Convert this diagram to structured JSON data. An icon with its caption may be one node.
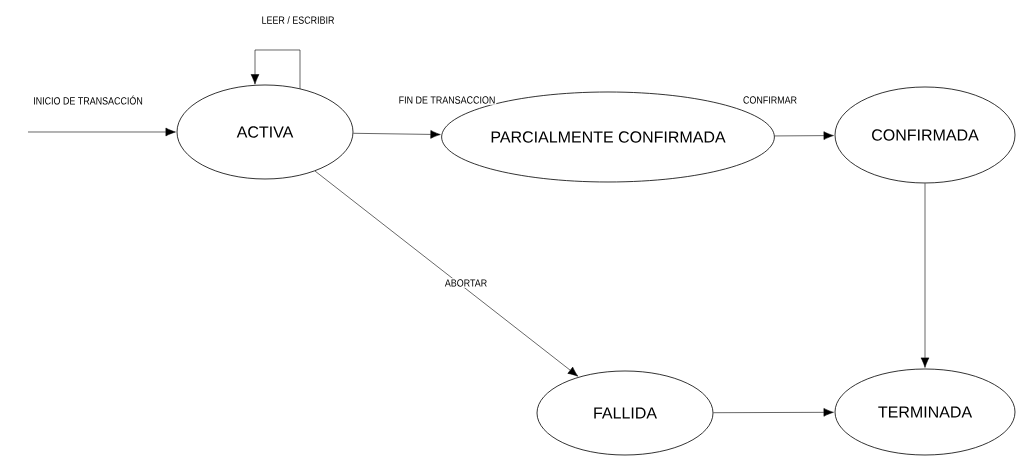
{
  "diagram": {
    "nodes": [
      {
        "text": [
          "ACTIVA"
        ]
      },
      {
        "text": [
          "PARCIALMENTE CONFIRMADA"
        ]
      },
      {
        "text": [
          "CONFIRMADA"
        ]
      },
      {
        "text": [
          "FALLIDA"
        ]
      },
      {
        "text": [
          "TERMINADA"
        ]
      }
    ],
    "edges": [
      {
        "from": null,
        "to": 0,
        "arrow": "to",
        "label": "INICIO DE TRANSACCIÓN"
      },
      {
        "from": 0,
        "to": 0,
        "arrow": "to",
        "label": "LEER / ESCRIBIR"
      },
      {
        "from": 0,
        "to": 1,
        "arrow": "to",
        "label": "FIN DE TRANSACCION"
      },
      {
        "from": 1,
        "to": 2,
        "arrow": "to",
        "label": "CONFIRMAR"
      },
      {
        "from": 0,
        "to": 3,
        "arrow": "to",
        "label": "ABORTAR"
      },
      {
        "from": 2,
        "to": 4,
        "arrow": "to"
      },
      {
        "from": 3,
        "to": 4,
        "arrow": "to"
      }
    ]
  }
}
